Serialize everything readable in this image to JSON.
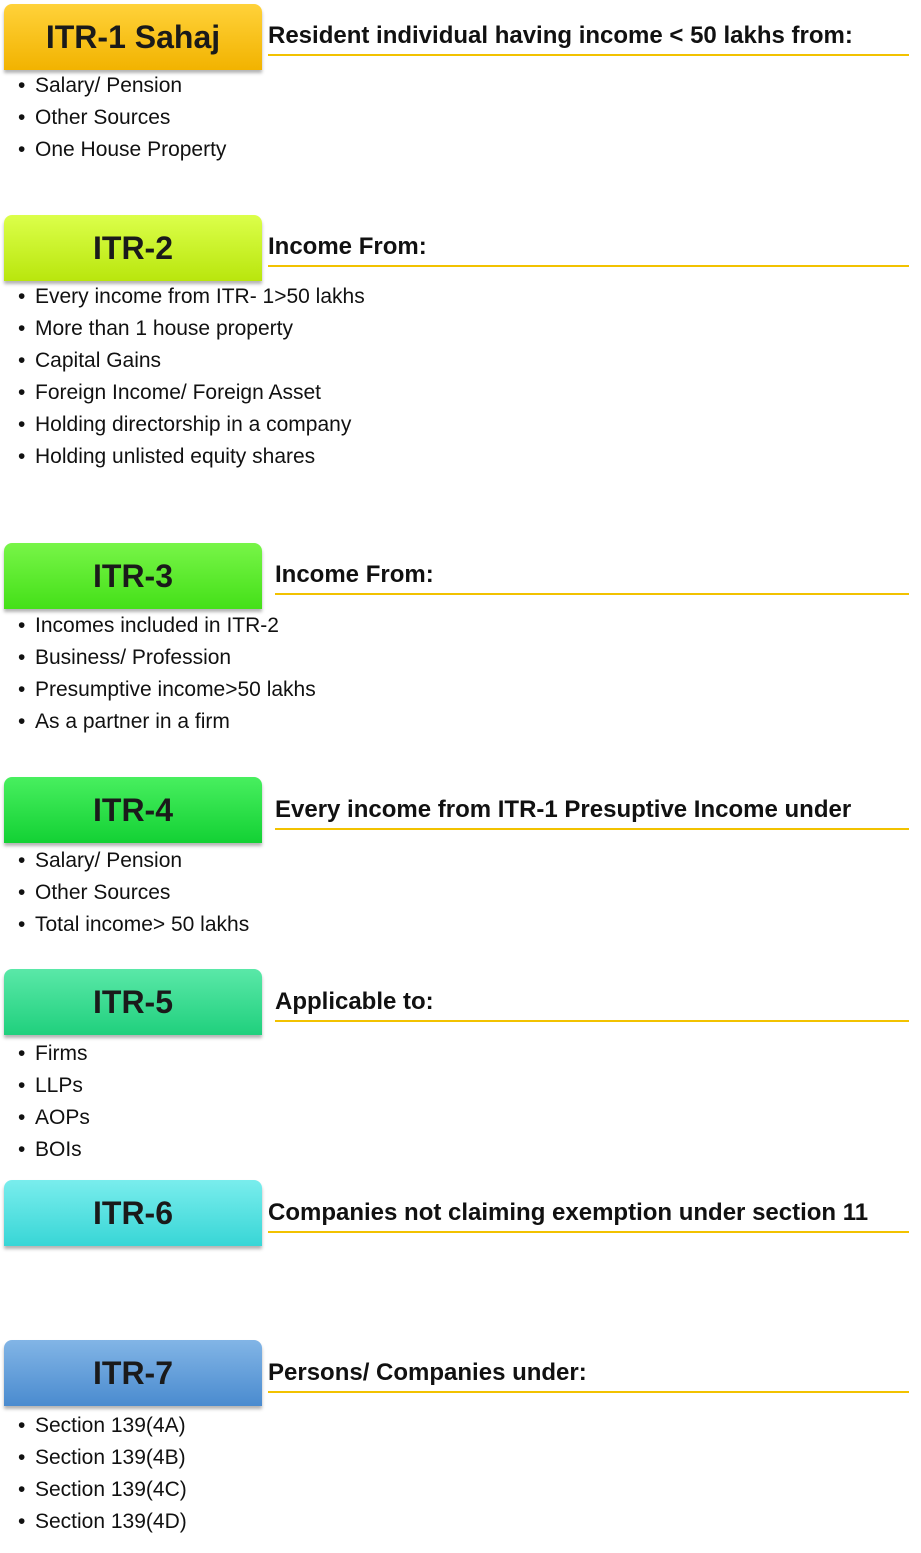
{
  "colors": {
    "underline": "#f2c200",
    "itr1": "#f5b800",
    "itr2": "#c6f11c",
    "itr3": "#55ec2a",
    "itr4": "#22de44",
    "itr5": "#2bd88b",
    "itr6": "#47dfdf",
    "itr7": "#5b9ad8"
  },
  "sections": [
    {
      "label": "ITR-1 Sahaj",
      "heading": "Resident individual having income < 50 lakhs from:",
      "items": [
        "Salary/ Pension",
        "Other Sources",
        "One House Property"
      ]
    },
    {
      "label": "ITR-2",
      "heading": "Income From:",
      "items": [
        "Every income from ITR- 1>50 lakhs",
        "More than 1 house property",
        "Capital Gains",
        "Foreign Income/ Foreign Asset",
        "Holding directorship in a company",
        "Holding unlisted equity shares"
      ]
    },
    {
      "label": "ITR-3",
      "heading": "Income From:",
      "items": [
        "Incomes included in ITR-2",
        "Business/ Profession",
        "Presumptive income>50 lakhs",
        "As a partner in a firm"
      ]
    },
    {
      "label": "ITR-4",
      "heading": "Every income from ITR-1 Presuptive Income under",
      "items": [
        "Salary/ Pension",
        "Other Sources",
        "Total income> 50 lakhs"
      ]
    },
    {
      "label": "ITR-5",
      "heading": "Applicable to:",
      "items": [
        "Firms",
        "LLPs",
        "AOPs",
        "BOIs"
      ]
    },
    {
      "label": "ITR-6",
      "heading": "Companies not claiming exemption under section 11",
      "items": []
    },
    {
      "label": "ITR-7",
      "heading": "Persons/ Companies under:",
      "items": [
        "Section 139(4A)",
        "Section 139(4B)",
        "Section 139(4C)",
        "Section 139(4D)"
      ]
    }
  ]
}
